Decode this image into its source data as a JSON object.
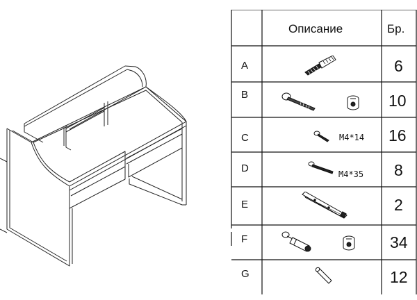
{
  "table": {
    "header": {
      "description": "Описание",
      "qty": "Бр."
    },
    "rows": [
      {
        "letter": "A",
        "size": "",
        "qty": "6"
      },
      {
        "letter": "B",
        "size": "",
        "qty": "10"
      },
      {
        "letter": "C",
        "size": "M4*14",
        "qty": "16"
      },
      {
        "letter": "D",
        "size": "M4*35",
        "qty": "8"
      },
      {
        "letter": "E",
        "size": "",
        "qty": "2"
      },
      {
        "letter": "F",
        "size": "",
        "qty": "34"
      },
      {
        "letter": "G",
        "size": "",
        "qty": "12"
      }
    ]
  },
  "icons": {
    "desk": "desk-illustration-icon",
    "A": "threaded-bolt-icon",
    "B": [
      "long-bolt-icon",
      "cam-lock-nut-icon"
    ],
    "C": "short-screw-icon",
    "D": "long-screw-icon",
    "E": "drawer-rail-icon",
    "F": [
      "cam-dowel-icon",
      "cam-lock-nut-icon"
    ],
    "G": "wooden-dowel-icon"
  }
}
